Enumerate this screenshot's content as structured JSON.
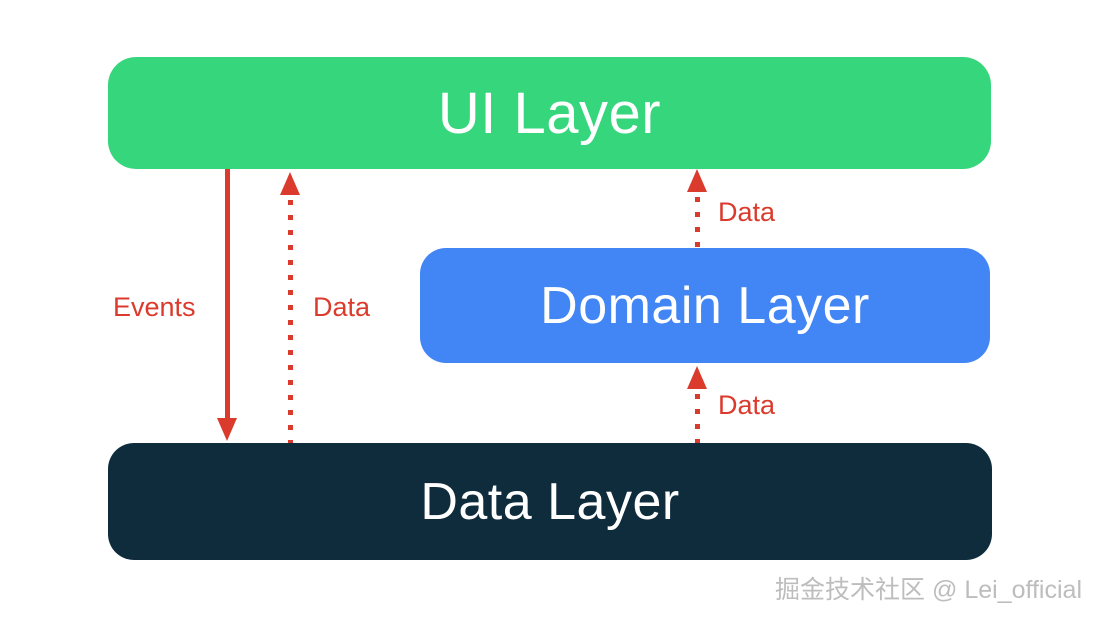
{
  "diagram": {
    "layers": [
      {
        "id": "ui",
        "label": "UI Layer",
        "color": "#35D67C",
        "text_color": "#FFFFFF"
      },
      {
        "id": "domain",
        "label": "Domain Layer",
        "color": "#4285F4",
        "text_color": "#FFFFFF"
      },
      {
        "id": "data",
        "label": "Data Layer",
        "color": "#0F2C3D",
        "text_color": "#FFFFFF"
      }
    ],
    "arrows": [
      {
        "id": "events-ui-to-data",
        "label": "Events",
        "style": "solid",
        "direction": "down",
        "from": "UI Layer",
        "to": "Data Layer"
      },
      {
        "id": "data-data-to-ui",
        "label": "Data",
        "style": "dotted",
        "direction": "up",
        "from": "Data Layer",
        "to": "UI Layer"
      },
      {
        "id": "data-domain-to-ui",
        "label": "Data",
        "style": "dotted",
        "direction": "up",
        "from": "Domain Layer",
        "to": "UI Layer"
      },
      {
        "id": "data-data-to-domain",
        "label": "Data",
        "style": "dotted",
        "direction": "up",
        "from": "Data Layer",
        "to": "Domain Layer"
      }
    ],
    "arrow_color": "#DB3B2D",
    "watermark": "掘金技术社区 @ Lei_official"
  }
}
